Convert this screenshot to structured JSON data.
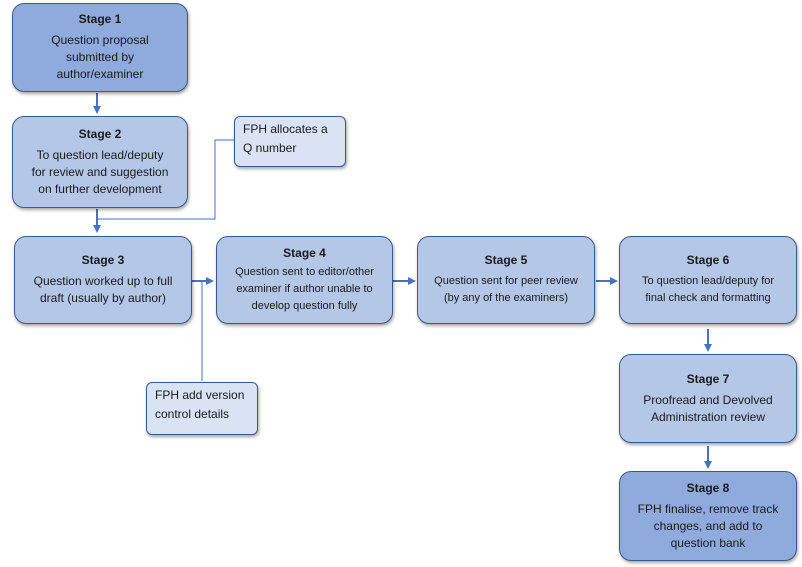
{
  "stages": [
    {
      "title": "Stage 1",
      "lines": [
        "Question proposal",
        "submitted by",
        "author/examiner"
      ]
    },
    {
      "title": "Stage 2",
      "lines": [
        "To question lead/deputy",
        "for review and suggestion",
        "on further development"
      ]
    },
    {
      "title": "Stage 3",
      "lines": [
        "Question worked up to full",
        "draft (usually by author)"
      ]
    },
    {
      "title": "Stage 4",
      "lines": [
        "Question sent to editor/other",
        "examiner if author unable to",
        "develop question fully"
      ]
    },
    {
      "title": "Stage 5",
      "lines": [
        "Question sent for peer review",
        "(by any of the examiners)"
      ]
    },
    {
      "title": "Stage 6",
      "lines": [
        "To question lead/deputy for",
        "final check and formatting"
      ]
    },
    {
      "title": "Stage 7",
      "lines": [
        "Proofread and Devolved",
        "Administration review"
      ]
    },
    {
      "title": "Stage 8",
      "lines": [
        "FPH finalise, remove track",
        "changes, and add to",
        "question bank"
      ]
    }
  ],
  "notes": [
    {
      "lines": [
        "FPH allocates a",
        "Q number"
      ]
    },
    {
      "lines": [
        "FPH add version",
        "control details"
      ]
    }
  ],
  "colors": {
    "stage_fill": "#b4c7e7",
    "stage_fill_emphasis": "#8faadc",
    "note_fill": "#dae3f3",
    "border": "#3a5a8c",
    "connector": "#4472c4"
  }
}
